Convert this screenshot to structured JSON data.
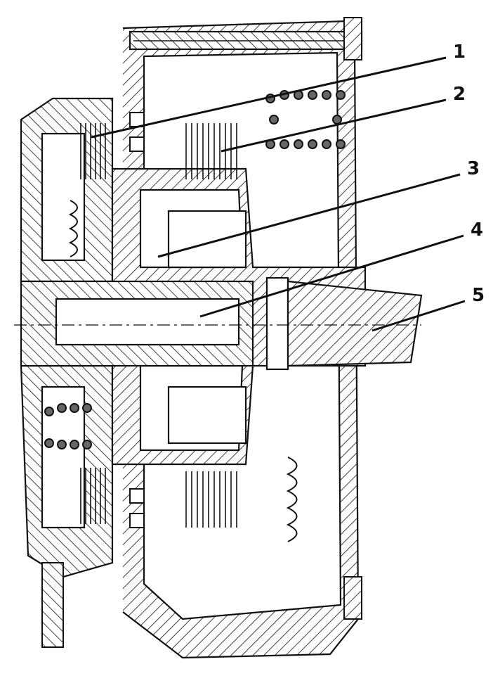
{
  "diagram": {
    "callouts": [
      {
        "id": "1",
        "label": "1"
      },
      {
        "id": "2",
        "label": "2"
      },
      {
        "id": "3",
        "label": "3"
      },
      {
        "id": "4",
        "label": "4"
      },
      {
        "id": "5",
        "label": "5"
      }
    ]
  },
  "colors": {
    "ink": "#111111",
    "background": "#ffffff",
    "spring_coil": "#666666"
  }
}
